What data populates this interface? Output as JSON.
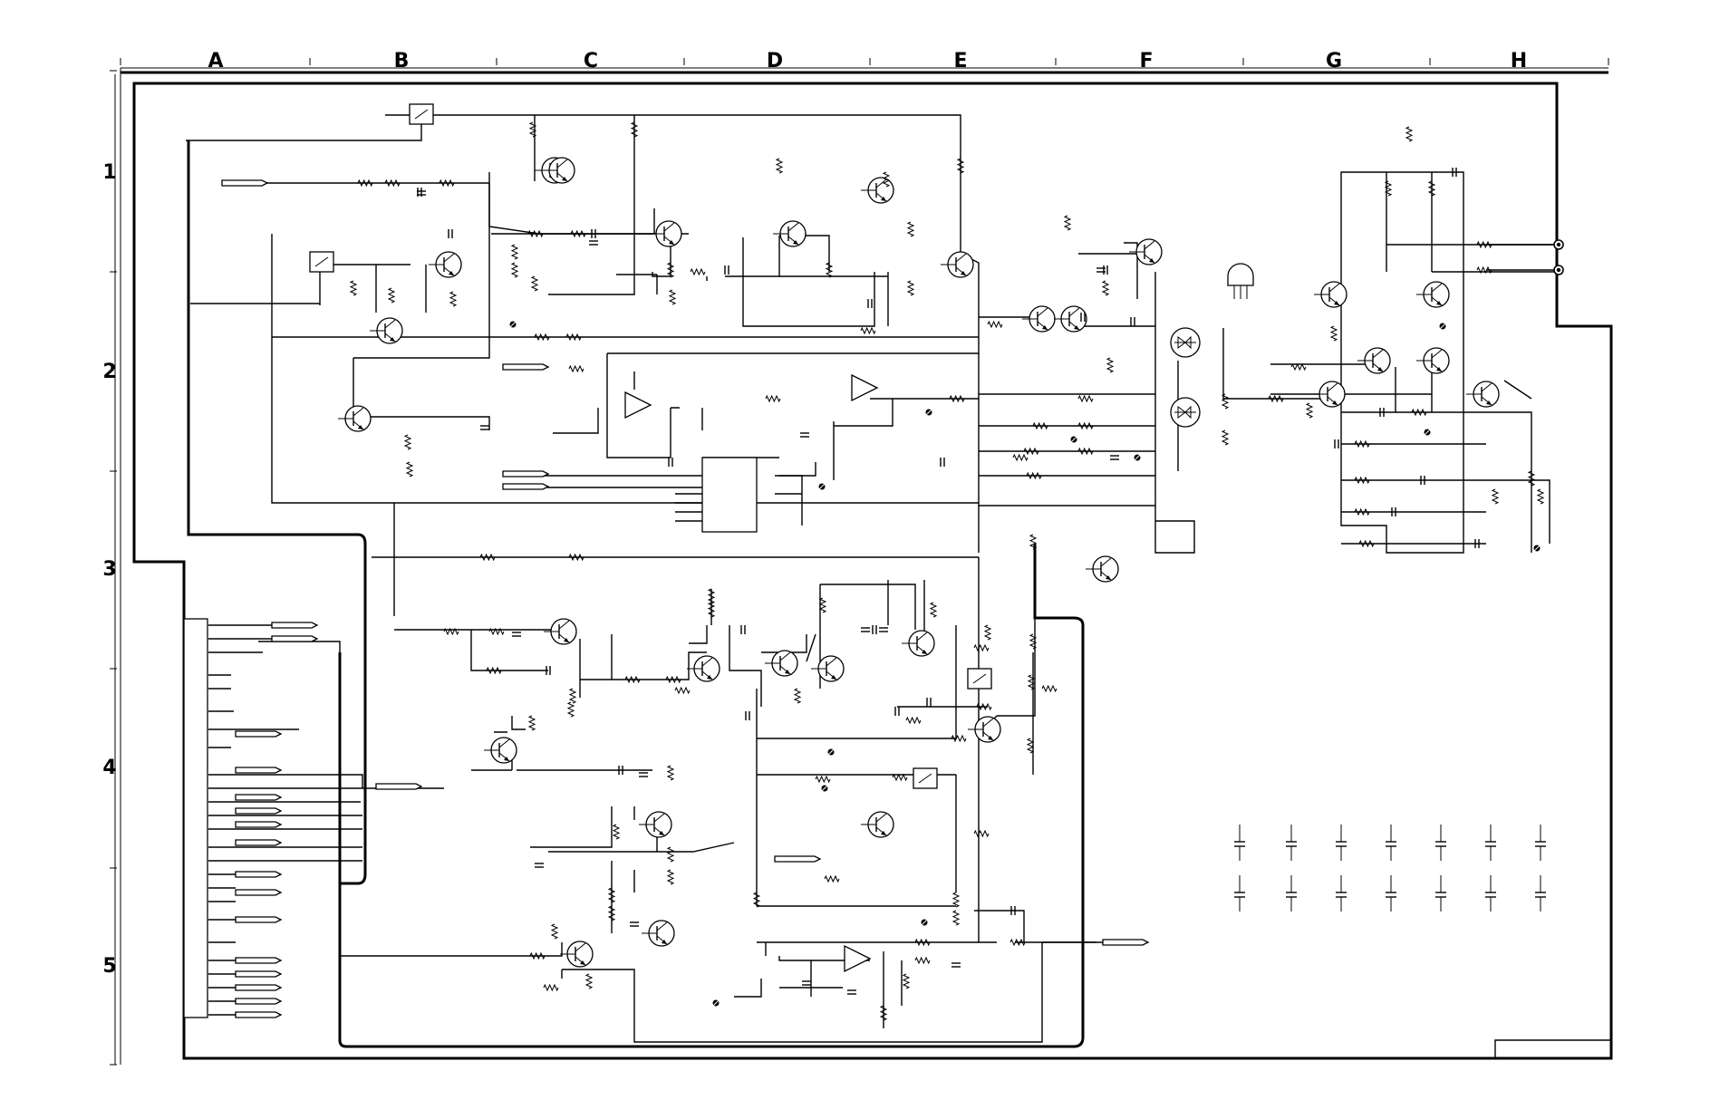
{
  "grid": {
    "columns": [
      "A",
      "B",
      "C",
      "D",
      "E",
      "F",
      "G",
      "H"
    ],
    "rows": [
      "1",
      "2",
      "3",
      "4",
      "5"
    ]
  },
  "colors": {
    "ink": "#000000",
    "paper": "#ffffff"
  },
  "symbols": {
    "transistor": "transistor-icon",
    "resistor": "resistor-icon",
    "capacitor": "capacitor-icon",
    "opamp": "opamp-triangle-icon",
    "relay": "relay-switch-icon",
    "connector": "arrow-connector-icon",
    "terminal": "output-terminal-icon",
    "trimmer": "trimmer-marker-icon",
    "ic": "integrated-circuit-icon"
  }
}
